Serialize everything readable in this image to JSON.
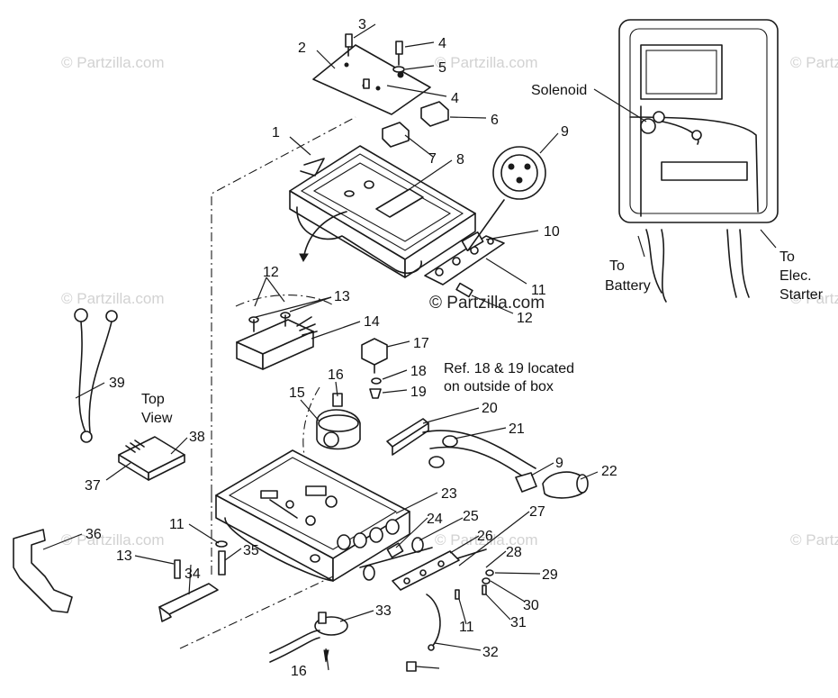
{
  "watermark": "© Partzilla.com",
  "brand_mark": "© Partzilla.com",
  "notes": {
    "solenoid": "Solenoid",
    "to_battery_1": "To",
    "to_battery_2": "Battery",
    "to_starter_1": "To",
    "to_starter_2": "Elec.",
    "to_starter_3": "Starter",
    "ref_1": "Ref. 18 & 19 located",
    "ref_2": "on outside of box",
    "top_view_1": "Top",
    "top_view_2": "View"
  },
  "callouts": [
    "1",
    "2",
    "3",
    "4",
    "5",
    "4",
    "6",
    "7",
    "8",
    "9",
    "10",
    "11",
    "12",
    "12",
    "13",
    "14",
    "15",
    "16",
    "17",
    "18",
    "19",
    "20",
    "21",
    "9",
    "22",
    "23",
    "24",
    "25",
    "26",
    "27",
    "28",
    "29",
    "30",
    "31",
    "32",
    "33",
    "34",
    "35",
    "36",
    "37",
    "38",
    "39",
    "12",
    "13",
    "11",
    "11",
    "16"
  ]
}
